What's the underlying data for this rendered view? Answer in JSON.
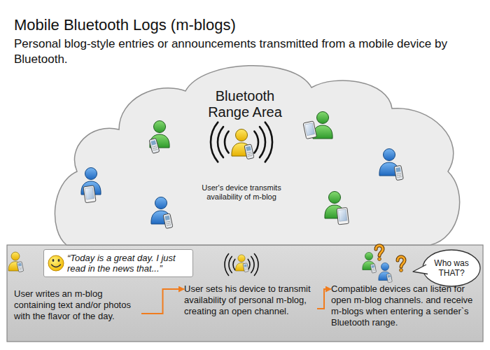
{
  "diagram": {
    "title": "Mobile Bluetooth Logs (m-blogs)",
    "nodes": [
      {
        "text": [
          "Bluetooth Range Area",
          "User's device transmits availability of m-blog"
        ]
      },
      {
        "text": [
          "“Today is a great day. I just read in the news that...”"
        ]
      },
      {
        "text": [
          "Who was THAT?"
        ]
      },
      {
        "text": [
          "User writes an m-blog containing text and/or photos with the flavor of the day."
        ]
      },
      {
        "text": [
          "User sets his device to transmit availability of personal m-blog, creating an open channel."
        ]
      },
      {
        "text": [
          "Compatible devices can listen for open m-blog channels. and receive m-blogs when entering a sender`s Bluetooth range."
        ]
      }
    ],
    "edges": [
      {
        "from": 3,
        "to": 4,
        "arrow": "to"
      },
      {
        "from": 4,
        "to": 5,
        "arrow": "to"
      }
    ],
    "labels": [
      "Personal blog-style entries or announcements transmitted from a mobile device by Bluetooth."
    ]
  }
}
